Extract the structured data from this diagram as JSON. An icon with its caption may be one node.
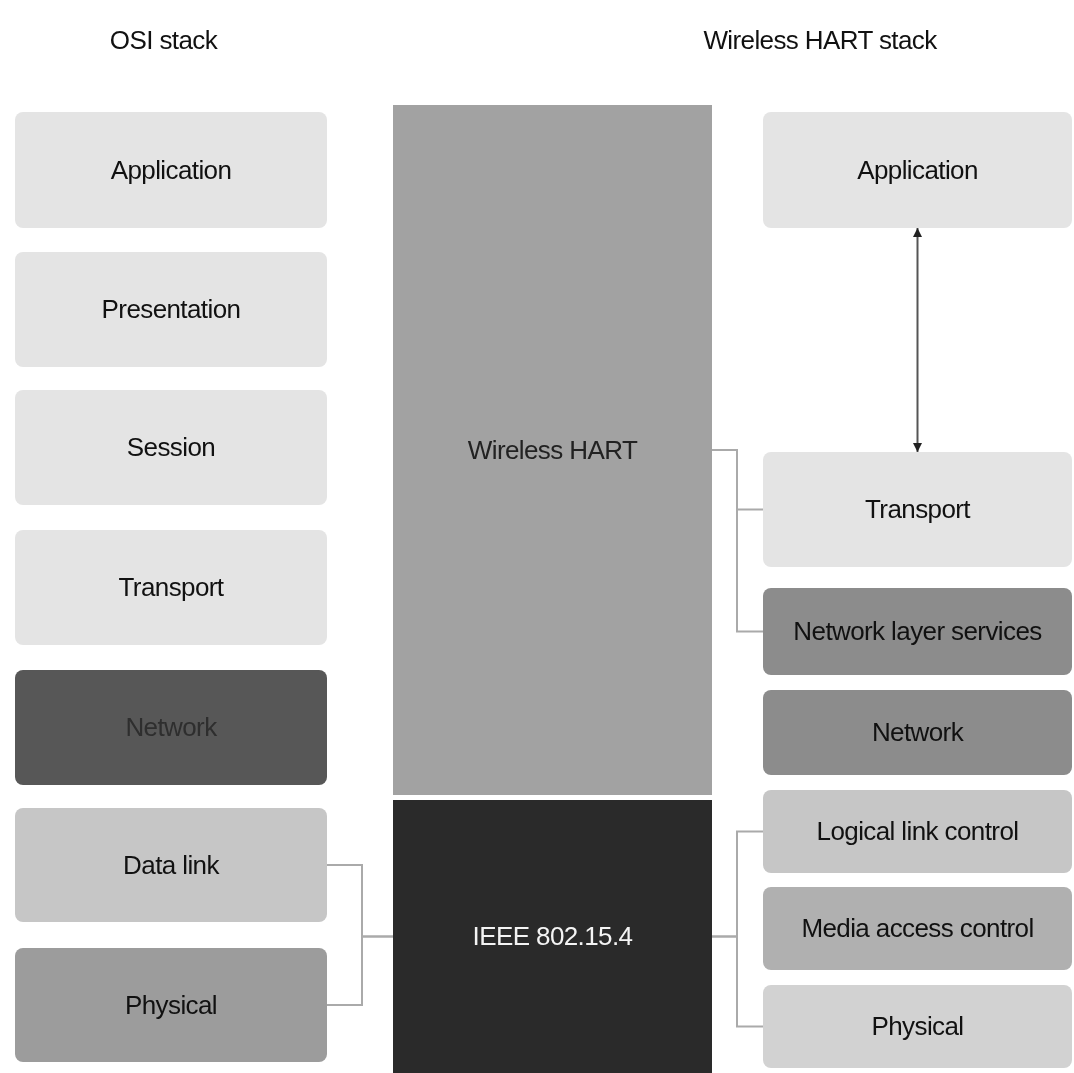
{
  "diagram": {
    "nodes": [
      {
        "text": [
          "Application"
        ]
      },
      {
        "text": [
          "Presentation"
        ]
      },
      {
        "text": [
          "Session"
        ]
      },
      {
        "text": [
          "Transport"
        ]
      },
      {
        "text": [
          "Network"
        ]
      },
      {
        "text": [
          "Data link"
        ]
      },
      {
        "text": [
          "Physical"
        ]
      },
      {
        "text": [
          "Wireless HART"
        ]
      },
      {
        "text": [
          "IEEE 802.15.4"
        ]
      },
      {
        "text": [
          "Application"
        ]
      },
      {
        "text": [
          "Transport"
        ]
      },
      {
        "text": [
          "Network layer services"
        ]
      },
      {
        "text": [
          "Network"
        ]
      },
      {
        "text": [
          "Logical link control"
        ]
      },
      {
        "text": [
          "Media access control"
        ]
      },
      {
        "text": [
          "Physical"
        ]
      }
    ],
    "edges": [
      {
        "from": 9,
        "to": 10,
        "arrow": "both"
      },
      {
        "from": 5,
        "to": 8,
        "arrow": "none"
      },
      {
        "from": 6,
        "to": 8,
        "arrow": "none"
      },
      {
        "from": 8,
        "to": 13,
        "arrow": "none"
      },
      {
        "from": 8,
        "to": 15,
        "arrow": "none"
      },
      {
        "from": 7,
        "to": 10,
        "arrow": "none"
      },
      {
        "from": 7,
        "to": 11,
        "arrow": "none"
      }
    ],
    "labels": [
      "OSI stack",
      "Wireless HART stack"
    ]
  }
}
